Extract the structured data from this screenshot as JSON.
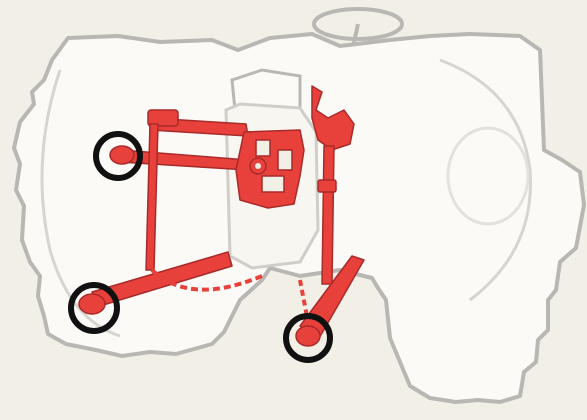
{
  "diagram": {
    "background_color": "#f2efe6",
    "tractor_outline_color": "#b8b7b3",
    "tractor_fill_color": "#fbfaf6",
    "hitch_color": "#e8413b",
    "hitch_shadow_color": "#a82a2a",
    "chain_color": "#e8413b",
    "marker_color": "#111111",
    "markers": [
      {
        "name": "top-link-attachment-point"
      },
      {
        "name": "left-lower-link-attachment-point"
      },
      {
        "name": "right-lower-link-attachment-point"
      }
    ]
  }
}
